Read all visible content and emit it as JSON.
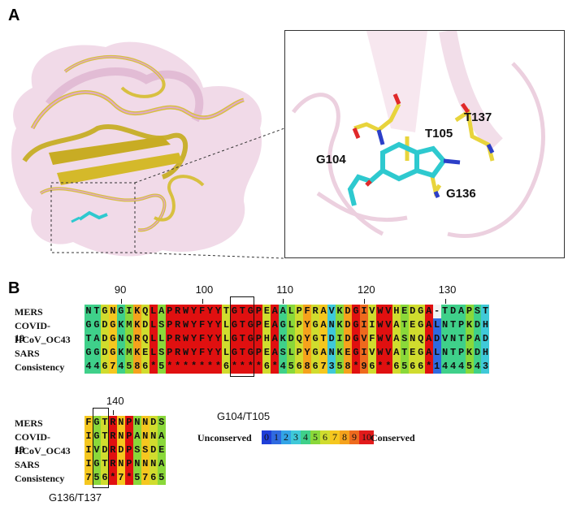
{
  "panels": {
    "a": "A",
    "b": "B"
  },
  "structure_labels": [
    "T137",
    "T105",
    "G104",
    "G136"
  ],
  "alignment": {
    "colors": {
      "0": "#1f3fd8",
      "1": "#2f6ae0",
      "2": "#33a4e6",
      "3": "#3fc9d8",
      "4": "#3fd08a",
      "5": "#8ad83a",
      "6": "#d0dc2e",
      "7": "#f5c71f",
      "8": "#f5a21c",
      "9": "#ee6a1e",
      "10": "#e21b1b",
      "*": "#e01010",
      "-": "#f2f2f2"
    },
    "block1": {
      "ruler": [
        "90",
        "100",
        "110",
        "120",
        "130"
      ],
      "names": [
        "MERS",
        "COVID-19",
        "HCoV_OC43",
        "SARS",
        "Consistency"
      ],
      "seqs": [
        "NTGNGIKQLA PRWYFYYTGT GPEAALPFRA VKDGIVWVHE DGA-TDAPST",
        "GGDGKMKDLS PRWYFYYLGT GPEAGLPYGA NKDGIIWVAT EGALNTPKDH",
        "TADGNQRQLL PRWYFYYLGT GPHAKDQYGT DIDGVFWVAS NQADVNTPAD",
        "GGDGKMKELS PRWYFYYLGT GPEASLPYGA NKEGIVWVAT EGALNTPKDH"
      ],
      "consistency": "4467458 6*5 ******* 6** **6* 4568 67 3 58*96**6566*1444543",
      "site_label": "G104/T105"
    },
    "block2": {
      "ruler": [
        "140"
      ],
      "names": [
        "MERS",
        "COVID-19",
        "HCoV_OC43",
        "SARS",
        "Consistency"
      ],
      "seqs": [
        "FGTRNPNNDS",
        "IGTRNPANNA",
        "IVDRDPSSDE",
        "IGTRNPNNNA"
      ],
      "consistency": "756*7*5765",
      "site_label": "G136/T137"
    },
    "legend": {
      "left": "Unconserved",
      "right": "Conserved",
      "scale": [
        "0",
        "1",
        "2",
        "3",
        "4",
        "5",
        "6",
        "7",
        "8",
        "9",
        "10"
      ]
    }
  }
}
